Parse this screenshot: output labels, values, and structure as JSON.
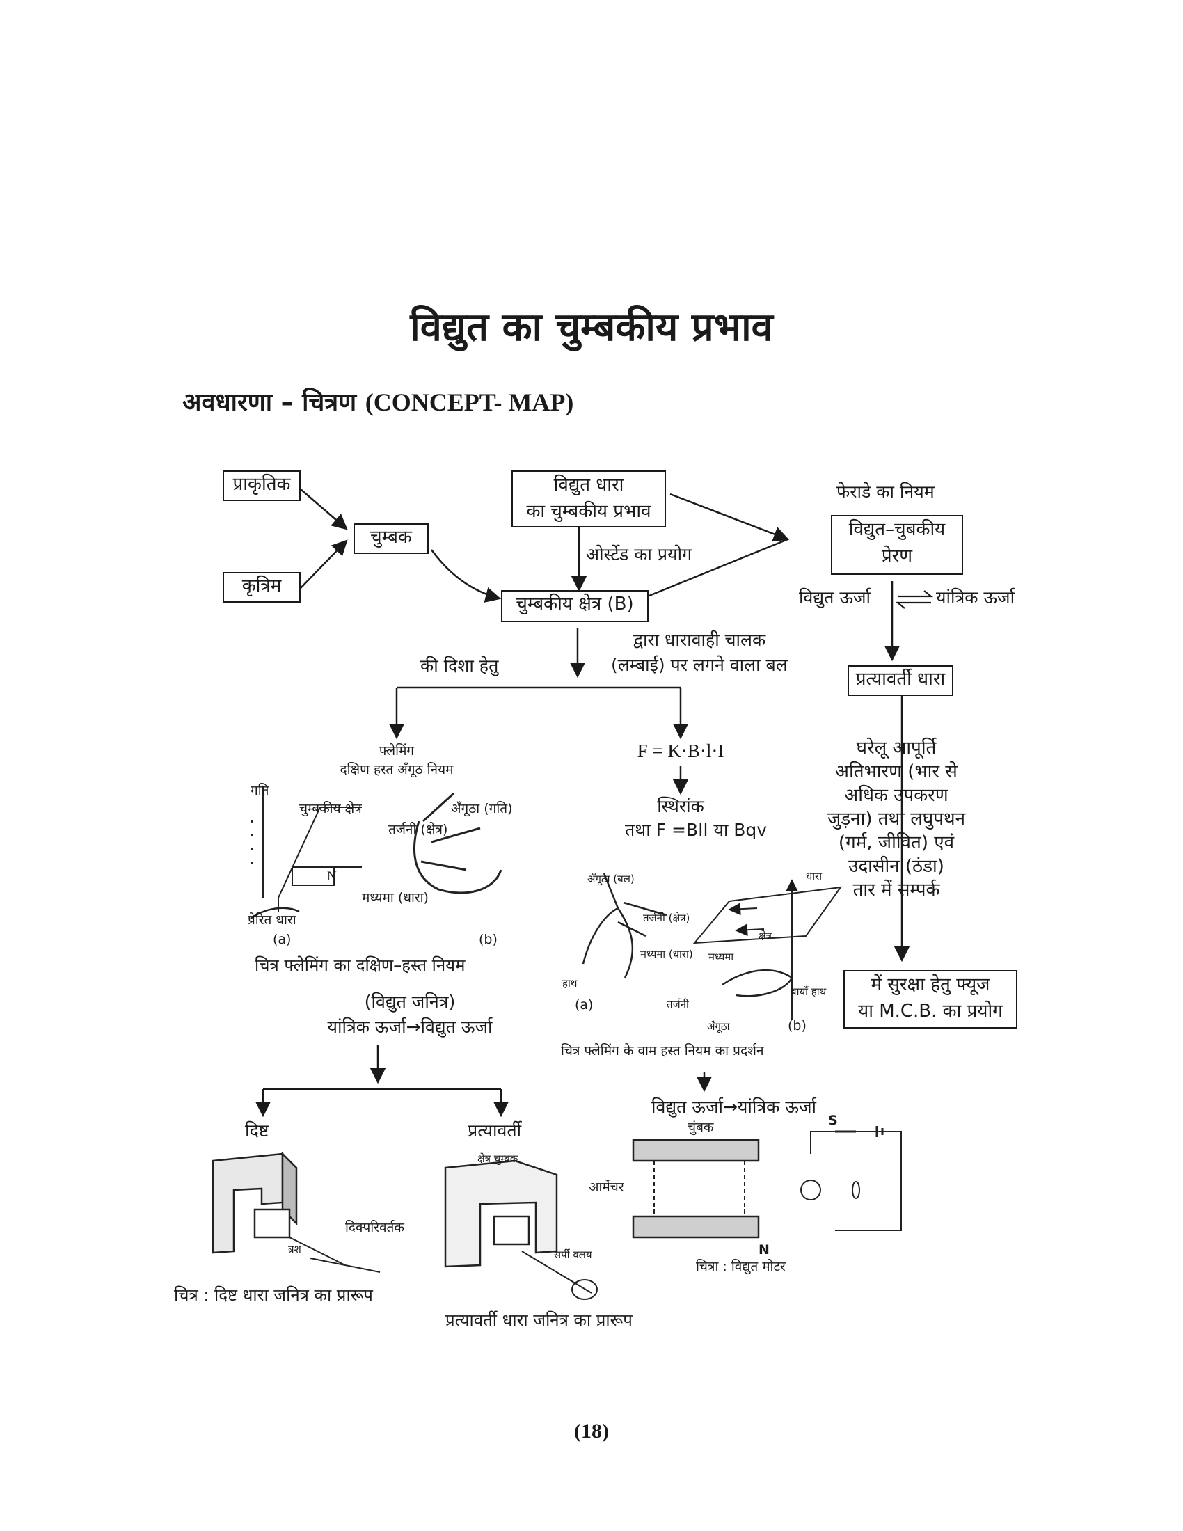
{
  "title": "विद्युत का चुम्बकीय प्रभाव",
  "subtitle": {
    "hi": "अवधारणा – चित्रण",
    "en": "(CONCEPT- MAP)"
  },
  "nodes": {
    "natural": "प्राकृतिक",
    "artificial": "कृत्रिम",
    "magnet": "चुम्बक",
    "current_effect_l1": "विद्युत धारा",
    "current_effect_l2": "का चुम्बकीय प्रभाव",
    "oersted": "ओर्स्टेड का प्रयोग",
    "field": "चुम्बकीय क्षेत्र (B)",
    "faraday": "फेराडे का नियम",
    "induction_l1": "विद्युत–चुबकीय",
    "induction_l2": "प्रेरण",
    "elec_energy": "विद्युत ऊर्जा",
    "mech_energy": "यांत्रिक ऊर्जा",
    "ac": "प्रत्यावर्ती धारा",
    "direction": "की दिशा हेतु",
    "force_l1": "द्वारा धारावाही चालक",
    "force_l2": "(लम्बाई) पर लगने वाला बल",
    "fleming_l1": "फ्लेमिंग",
    "fleming_l2": "दक्षिण हस्त अँगूठ नियम",
    "formula": "F = K·B·l·I",
    "constant": "स्थिरांक",
    "formula2": "तथा F =BIl या Bqv",
    "domestic": [
      "घरेलू आपूर्ति",
      "अतिभारण (भार से",
      "अधिक उपकरण",
      "जुड़ना) तथा लघुपथन",
      "(गर्म, जीवित) एवं",
      "उदासीन (ठंडा)",
      "तार में सम्पर्क"
    ],
    "safety_l1": "में सुरक्षा हेतु फ्यूज",
    "safety_l2": "या M.C.B. का प्रयोग",
    "generator": "(विद्युत जनित्र)",
    "mech_to_elec": "यांत्रिक ऊर्जा→विद्युत ऊर्जा",
    "dc": "दिष्ट",
    "ac_gen": "प्रत्यावर्ती",
    "elec_to_mech": "विद्युत ऊर्जा→यांत्रिक ऊर्जा"
  },
  "fig_right_hand": {
    "motion": "गति",
    "field": "चुम्बकीय क्षेत्र",
    "thumb": "अँगूठा (गति)",
    "index": "तर्जनी (क्षेत्र)",
    "middle": "मध्यमा (धारा)",
    "induced": "प्रेरित धारा",
    "n": "N",
    "a": "(a)",
    "b": "(b)",
    "caption": "चित्र फ्लेमिंग का दक्षिण–हस्त नियम"
  },
  "fig_left_hand": {
    "thumb": "अँगूठा (बल)",
    "index": "तर्जनी (क्षेत्र)",
    "middle": "मध्यमा (धारा)",
    "hand": "हाथ",
    "current": "धारा",
    "field": "क्षेत्र",
    "middle2": "मध्यमा",
    "left_hand": "बायाँ हाथ",
    "index2": "तर्जनी",
    "thumb2": "अँगूठा",
    "a": "(a)",
    "b": "(b)",
    "caption": "चित्र फ्लेमिंग के वाम हस्त नियम का प्रदर्शन"
  },
  "fig_dc": {
    "commutator": "दिक्परिवर्तक",
    "brush": "ब्रश",
    "caption": "चित्र : दिष्ट धारा जनित्र का प्रारूप"
  },
  "fig_ac": {
    "field_magnet": "क्षेत्र चुम्बक",
    "slip_ring": "सर्पी वलय",
    "caption": "प्रत्यावर्ती धारा जनित्र का प्रारूप"
  },
  "fig_motor": {
    "magnet": "चुंबक",
    "armature": "आर्मेचर",
    "s": "S",
    "n": "N",
    "caption": "चित्रा : विद्युत मोटर"
  },
  "page_number": "(18)"
}
